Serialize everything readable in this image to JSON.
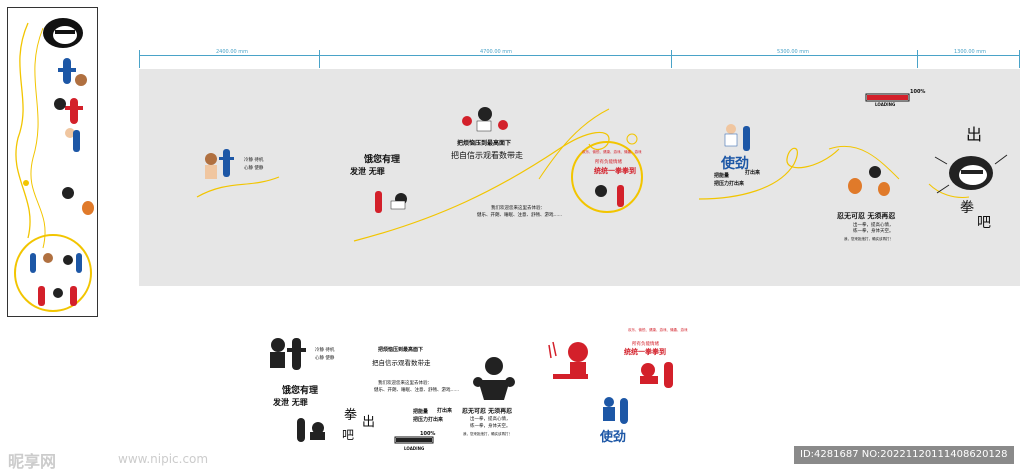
{
  "dimensions": [
    "2400.00 mm",
    "4700.00 mm",
    "5300.00 mm",
    "1300.00 mm"
  ],
  "slogans": {
    "calm_1": "冷静 待机",
    "calm_2": "心静 使静",
    "hungry_1": "饿您有理",
    "hungry_2": "发泄 无罪",
    "pressure_title": "把烦恼压到最高面下",
    "pressure_sub": "把自信示观看数带走",
    "invite": "我们欢迎您来这里去体验：",
    "list": "健乐、开朗、睡眠、注意、舒畅、游戏......",
    "red_list": "欢乐、愉悦、健康、游戏、情趣、游戏",
    "red_title": "所有负能情绪",
    "red_main": "统统一拳拳到",
    "power": "使劲",
    "energy_1": "把能量",
    "energy_2": "打出来",
    "energy_3": "把压力打出来",
    "endure": "忍无可忍  无须再忍",
    "endure_sub1": "出一拳，提高心情，",
    "endure_sub2": "练一拳，身体天空。",
    "endure_sub3": "我，您来拒绝打，确实该再打！",
    "loading_pct": "100%",
    "loading": "LOADING",
    "fist_1": "出",
    "fist_2": "拳",
    "fist_3": "吧"
  },
  "bottom_slogans": {
    "calm_1": "冷静 待机",
    "calm_2": "心静 使静",
    "hungry_1": "饿您有理",
    "hungry_2": "发泄 无罪",
    "pressure_title": "把烦恼压到最高面下",
    "pressure_sub": "把自信示观看数带走",
    "invite": "我们欢迎您来这里去体验：",
    "list": "健乐、开朗、睡眠、注意、舒畅、游戏......",
    "energy_1": "把能量",
    "energy_2": "打出来",
    "energy_3": "把压力打出来",
    "endure": "忍无可忍  无须再忍",
    "endure_sub1": "出一拳，提高心情，",
    "endure_sub2": "练一拳，身体天空。",
    "endure_sub3": "我，您来拒绝打，确实该再打！",
    "fist_1": "拳",
    "fist_2": "出",
    "fist_3": "吧",
    "loading_pct": "100%",
    "loading": "LOADING",
    "red_list": "欢乐、愉悦、健康、游戏、情趣、游戏",
    "red_title": "所有负能情绪",
    "red_main": "统统一拳拳到",
    "power": "使劲"
  },
  "watermark": {
    "logo": "昵享网",
    "url": "www.nipic.com",
    "id": "ID:4281687 NO:20221120111408620128"
  },
  "colors": {
    "wall": "#e6e6e6",
    "yellow": "#f2c500",
    "red": "#d3202a",
    "blue": "#1d57a6",
    "dim": "#4aa3c8"
  }
}
